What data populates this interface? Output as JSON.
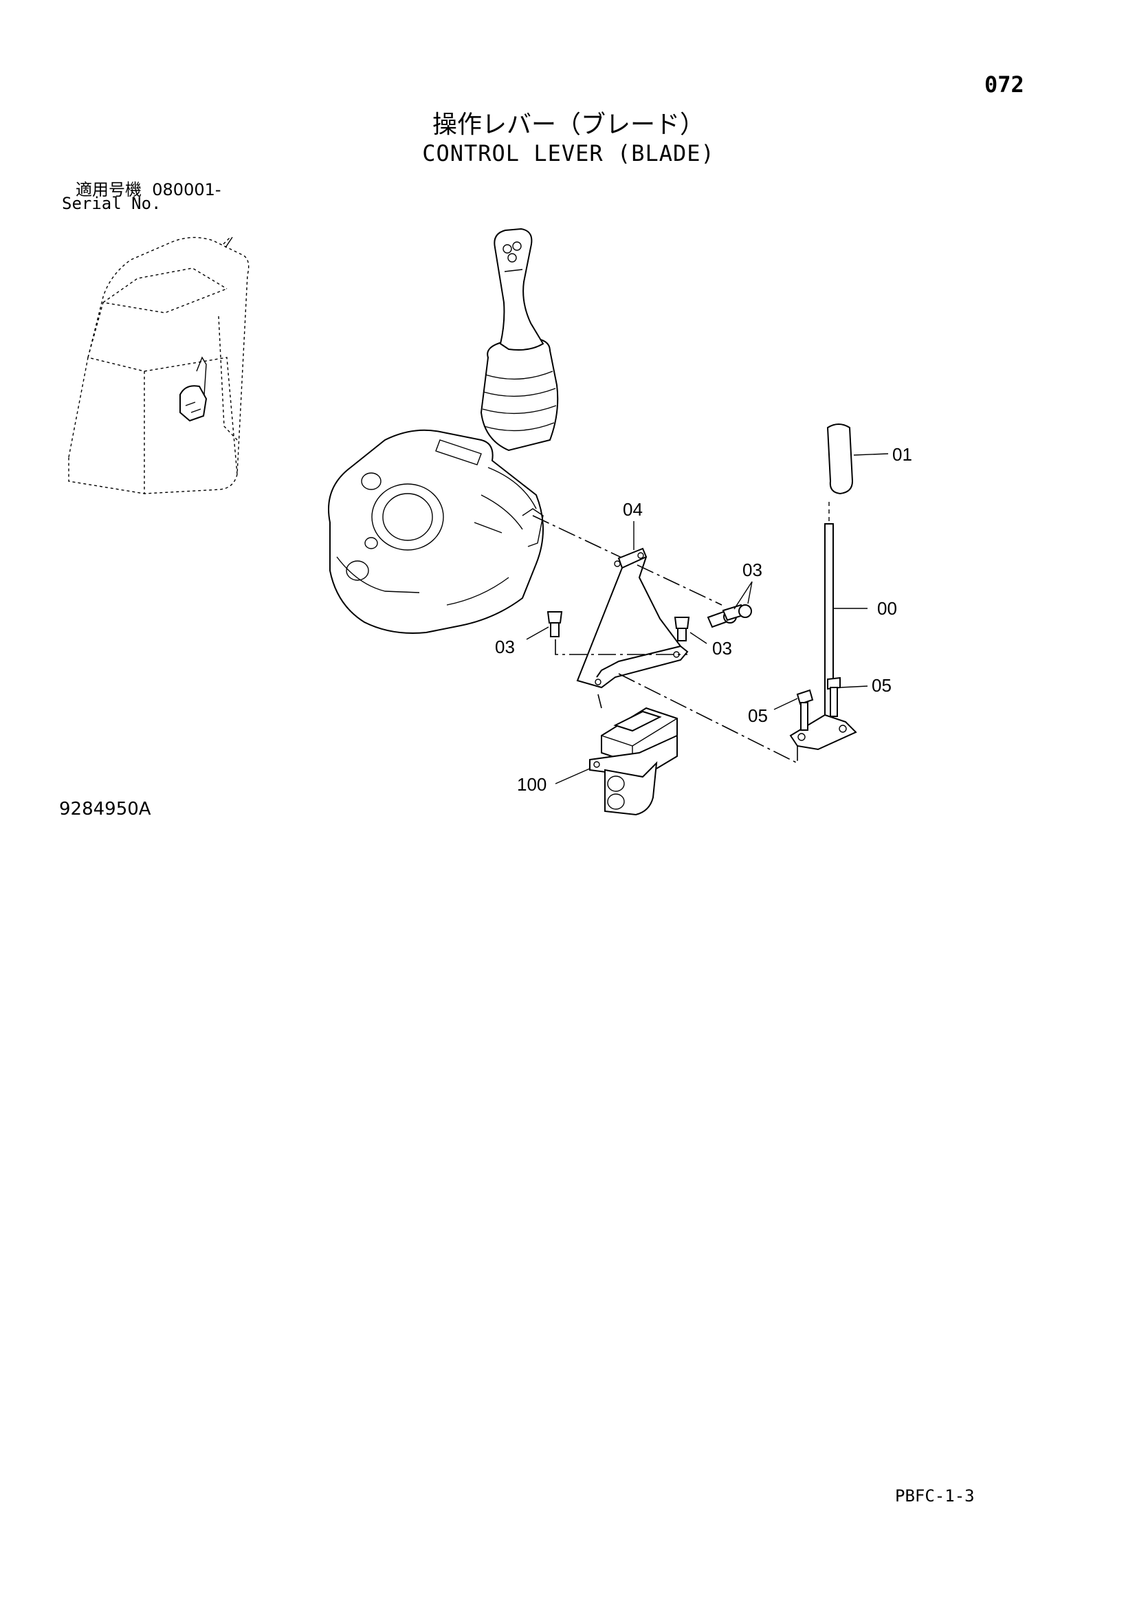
{
  "page_number": "072",
  "title_jp": "操作レバー（ブレード）",
  "title_en": "CONTROL LEVER (BLADE)",
  "serial": {
    "label_jp": "適用号機",
    "value": "080001-",
    "label_en": "Serial No."
  },
  "drawing_number": "9284950A",
  "footer_code": "PBFC-1-3",
  "callouts": {
    "knob": "01",
    "bracket": "04",
    "bolts_pair": "03",
    "lever_rod": "00",
    "bolt_left": "03",
    "bolt_mid": "03",
    "screw_right": "05",
    "screw_left": "05",
    "valve": "100"
  }
}
